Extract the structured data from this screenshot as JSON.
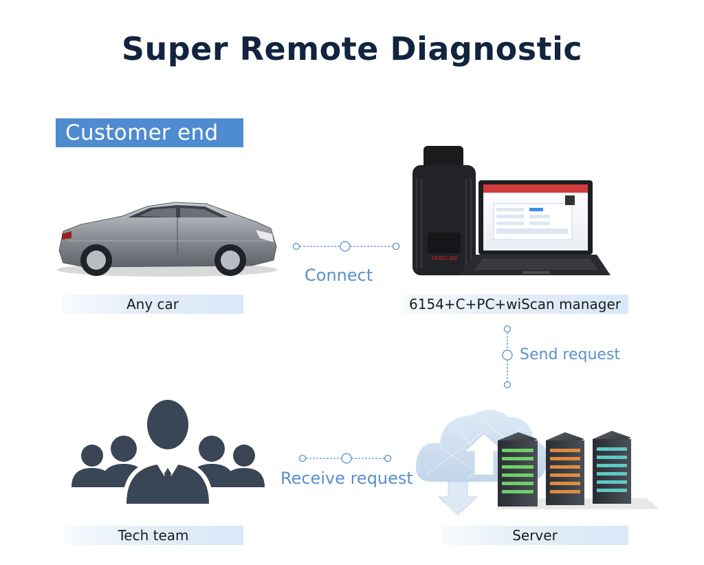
{
  "title": "Super Remote Diagnostic",
  "section_tag": "Customer end",
  "nodes": {
    "car": "Any car",
    "device": "6154+C+PC+wiScan manager",
    "tech": "Tech team",
    "server": "Server"
  },
  "connectors": {
    "connect": "Connect",
    "send": "Send request",
    "receive": "Receive request"
  },
  "device_brand": "TABSCAN",
  "colors": {
    "title": "#12243f",
    "accent": "#4f8bd0",
    "connector": "#5a8fce",
    "icon_dark": "#3a4556"
  }
}
